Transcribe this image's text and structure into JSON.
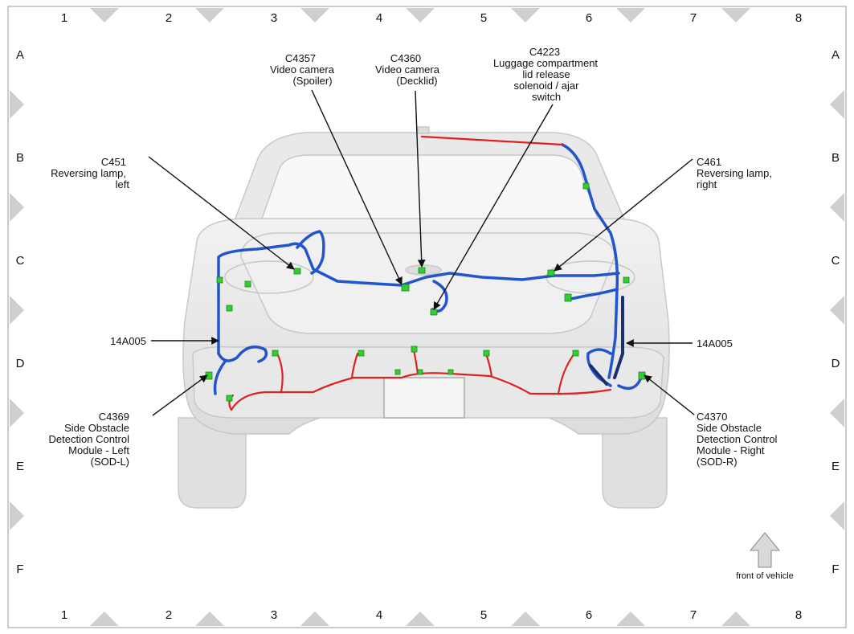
{
  "grid": {
    "columns": [
      "1",
      "2",
      "3",
      "4",
      "5",
      "6",
      "7",
      "8"
    ],
    "rows": [
      "A",
      "B",
      "C",
      "D",
      "E",
      "F"
    ]
  },
  "callouts": {
    "c4357": [
      "C4357",
      "Video camera",
      "(Spoiler)"
    ],
    "c4360": [
      "C4360",
      "Video camera",
      "(Decklid)"
    ],
    "c4223": [
      "C4223",
      "Luggage compartment",
      "lid release",
      "solenoid / ajar",
      "switch"
    ],
    "c451": [
      "C451",
      "Reversing lamp,",
      "left"
    ],
    "c461": [
      "C461",
      "Reversing lamp,",
      "right"
    ],
    "harness_left": "14A005",
    "harness_right": "14A005",
    "c4369": [
      "C4369",
      "Side Obstacle",
      "Detection Control",
      "Module - Left",
      "(SOD-L)"
    ],
    "c4370": [
      "C4370",
      "Side Obstacle",
      "Detection Control",
      "Module - Right",
      "(SOD-R)"
    ]
  },
  "orientation": {
    "label": "front of vehicle",
    "icon": "arrow-up-icon"
  },
  "colors": {
    "harness_blue": "#2255cc",
    "harness_red": "#dd2222",
    "connector_green": "#33cc33",
    "body_gray": "#e6e6e6",
    "frame_gray": "#c8c8c8"
  }
}
